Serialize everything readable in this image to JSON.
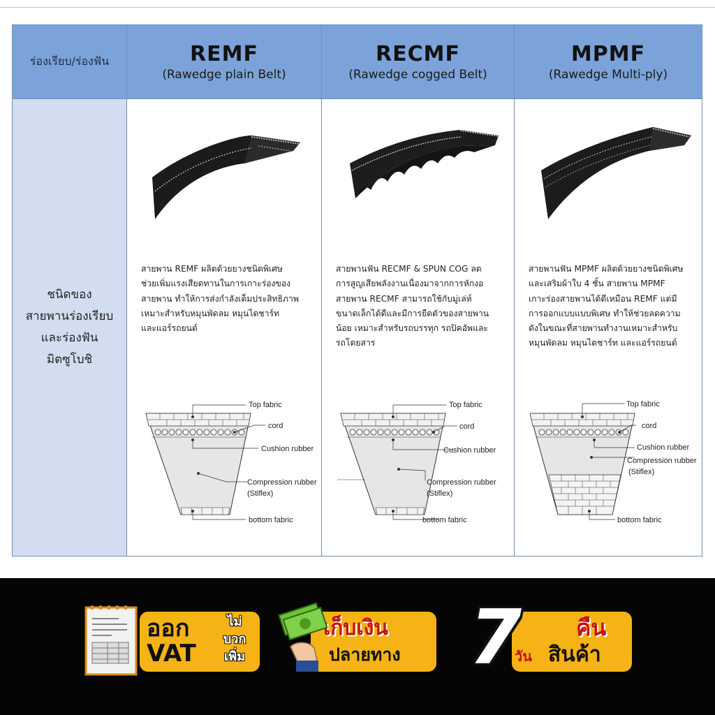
{
  "table": {
    "header_label": "ร่องเรียบ/ร่องฟัน",
    "row_label": [
      "ชนิดของ",
      "สายพานร่องเรียบ",
      "และร่องฟัน",
      "มิตซูโบชิ"
    ],
    "columns": [
      {
        "code": "REMF",
        "subtitle": "(Rawedge plain Belt)",
        "description": [
          "สายพาน REMF ผลิตด้วยยางชนิดพิเศษ",
          "ช่วยเพิ่มแรงเสียดทานในการเกาะร่องของ",
          "สายพาน ทำให้การส่งกำลังเต็มประสิทธิภาพ",
          "เหมาะสำหรับหมุนพัดลม หมุนไดชาร์ท",
          "และแอร์รถยนต์"
        ],
        "labels": {
          "top": "Top fabric",
          "cord": "cord",
          "cushion": "Cushion rubber",
          "comp1": "Compression rubber",
          "comp2": "(Stiflex)",
          "bottom": "bottom fabric"
        }
      },
      {
        "code": "RECMF",
        "subtitle": "(Rawedge cogged Belt)",
        "description": [
          "สายพานฟัน RECMF & SPUN COG ลด",
          "การสูญเสียพลังงานเนื่องมาจากการหักงอ",
          "สายพาน RECMF สามารถใช้กับมู่เล่ห์",
          "ขนาดเล็กได้ดีและมีการยืดตัวของสายพาน",
          "น้อย เหมาะสำหรับรถบรรทุก รถปิคอัพและ",
          "รถโดยสาร"
        ],
        "labels": {
          "top": "Top fabric",
          "cord": "cord",
          "cushion": "Cushion rubber",
          "comp1": "Compression rubber",
          "comp2": "(Stiflex)",
          "bottom": "bottom fabric"
        }
      },
      {
        "code": "MPMF",
        "subtitle": "(Rawedge Multi-ply)",
        "description": [
          "สายพานฟัน MPMF ผลิตด้วยยางชนิดพิเศษ",
          "และเสริมผ้าใบ 4 ชั้น สายพาน MPMF",
          "เกาะร่องสายพานได้ดีเหมือน REMF แต่มี",
          "การออกแบบแบบพิเศษ ทำให้ช่วยลดความ",
          "ดังในขณะที่สายพานทำงานเหมาะสำหรับ",
          "หมุนพัดลม หมุนไดชาร์ท และแอร์รถยนต์"
        ],
        "labels": {
          "top": "Top fabric",
          "cord": "cord",
          "cushion": "Cushion rubber",
          "comp1": "Compression rubber",
          "comp2": "(Stiflex)",
          "bottom": "bottom fabric"
        }
      }
    ]
  },
  "footer": {
    "vat_main_1": "ออก",
    "vat_main_2": "VAT",
    "vat_side_1": "ไม่",
    "vat_side_2": "บวก",
    "vat_side_3": "เพิ่ม",
    "cod_1": "เก็บเงิน",
    "cod_2": "ปลายทาง",
    "return_num": "7",
    "return_1": "คืน",
    "return_day": "วัน",
    "return_2": "สินค้า"
  },
  "colors": {
    "header_bg": "#7ba3d9",
    "label_bg": "#d3ddf0",
    "footer_bg": "#050505",
    "badge": "#f6b316",
    "accent_red": "#c31212"
  },
  "icons": [
    "invoice-icon",
    "cash-hand-icon"
  ]
}
